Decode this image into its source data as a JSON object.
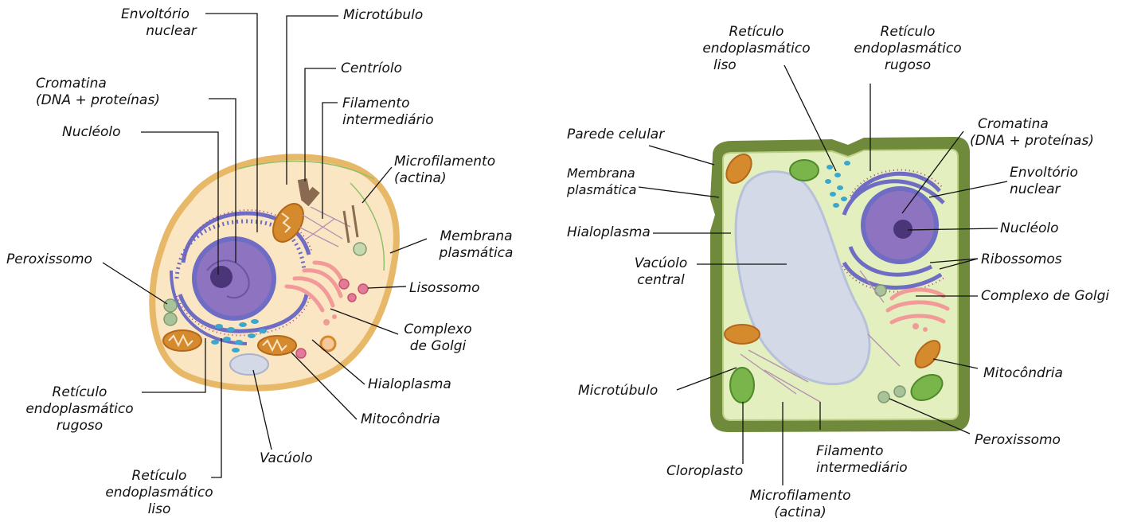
{
  "animal_cell": {
    "labels": {
      "envoltorio": [
        "Envoltório",
        "nuclear"
      ],
      "cromatina": [
        "Cromatina",
        "(DNA + proteínas)"
      ],
      "nucleolo": [
        "Nucléolo"
      ],
      "microtubulo": [
        "Microtúbulo"
      ],
      "centriolo": [
        "Centríolo"
      ],
      "filamento": [
        "Filamento",
        "intermediário"
      ],
      "microfilamento": [
        "Microfilamento",
        "(actina)"
      ],
      "membrana": [
        "Membrana",
        "plasmática"
      ],
      "peroxissomo": [
        "Peroxissomo"
      ],
      "lisossomo": [
        "Lisossomo"
      ],
      "golgi": [
        "Complexo",
        "de Golgi"
      ],
      "hialoplasma": [
        "Hialoplasma"
      ],
      "mitocondria": [
        "Mitocôndria"
      ],
      "rer": [
        "Retículo",
        "endoplasmático",
        "rugoso"
      ],
      "vacuolo": [
        "Vacúolo"
      ],
      "rel": [
        "Retículo",
        "endoplasmático",
        "liso"
      ]
    }
  },
  "plant_cell": {
    "labels": {
      "rel": [
        "Retículo",
        "endoplasmático",
        "liso"
      ],
      "rer": [
        "Retículo",
        "endoplasmático",
        "rugoso"
      ],
      "parede": [
        "Parede celular"
      ],
      "cromatina": [
        "Cromatina",
        "(DNA + proteínas)"
      ],
      "membrana": [
        "Membrana",
        "plasmática"
      ],
      "envoltorio": [
        "Envoltório",
        "nuclear"
      ],
      "hialoplasma": [
        "Hialoplasma"
      ],
      "nucleolo": [
        "Nucléolo"
      ],
      "vacuolo": [
        "Vacúolo",
        "central"
      ],
      "ribossomos": [
        "Ribossomos"
      ],
      "golgi": [
        "Complexo de Golgi"
      ],
      "mitocondria": [
        "Mitocôndria"
      ],
      "microtubulo": [
        "Microtúbulo"
      ],
      "peroxissomo": [
        "Peroxissomo"
      ],
      "filamento": [
        "Filamento",
        "intermediário"
      ],
      "cloroplasto": [
        "Cloroplasto"
      ],
      "microfilamento": [
        "Microfilamento",
        "(actina)"
      ]
    }
  },
  "colors": {
    "cytoplasm_animal": "#fbe6c4",
    "membrane_animal": "#e8b869",
    "cell_wall": "#6f8a3a",
    "cytoplasm_plant": "#e3efbf",
    "vacuole": "#d4d9e8",
    "nucleus": "#8e74c0",
    "nucleolus": "#4a3578",
    "er_rough": "#6f6cc4",
    "er_smooth": "#3ba7cc",
    "golgi": "#f29a97",
    "mitochondria": "#d68a2e",
    "chloroplast": "#79b54a",
    "peroxisome": "#a8c39a",
    "lysosome": "#e27a9a",
    "leader_line": "#111111"
  }
}
